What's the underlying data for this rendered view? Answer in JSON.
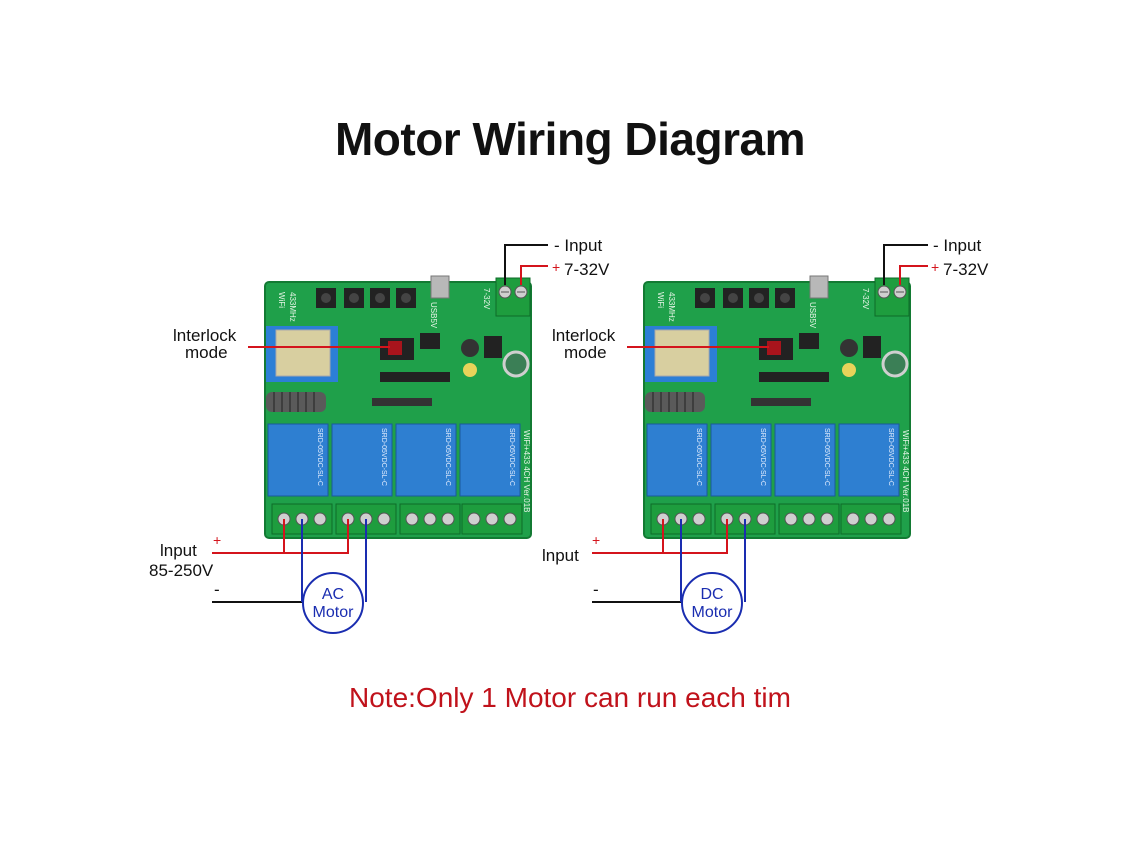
{
  "title": "Motor Wiring Diagram",
  "note": "Note:Only 1 Motor can run each tim",
  "colors": {
    "pcb": "#1fa04a",
    "pcb_dark": "#168a3c",
    "relay": "#2e7fd1",
    "wire_red": "#d4141c",
    "wire_blue": "#1a2db0",
    "note": "#c0121b"
  },
  "boards": [
    {
      "neg_input": "- Input",
      "pos_sign": "+",
      "voltage": "7-32V",
      "interlock_line1": "lnterlock",
      "interlock_line2": "mode",
      "input_plus": "+",
      "input_label": "lnput",
      "input_range": "85-250V",
      "input_minus": "-",
      "motor_line1": "AC",
      "motor_line2": "Motor",
      "silk_wifi": "WiFi",
      "silk_freq": "433MHz",
      "silk_usb": "USB5V",
      "silk_volt": "7-32V",
      "silk_model": "WiFi+433 4CH Ver.01B",
      "relay_label": "SRD-05VDC-SL-C"
    },
    {
      "neg_input": "- Input",
      "pos_sign": "+",
      "voltage": "7-32V",
      "interlock_line1": "lnterlock",
      "interlock_line2": "mode",
      "input_plus": "+",
      "input_label": "lnput",
      "input_range": "",
      "input_minus": "-",
      "motor_line1": "DC",
      "motor_line2": "Motor",
      "silk_wifi": "WiFi",
      "silk_freq": "433MHz",
      "silk_usb": "USB5V",
      "silk_volt": "7-32V",
      "silk_model": "WiFi+433 4CH Ver.01B",
      "relay_label": "SRD-05VDC-SL-C"
    }
  ]
}
